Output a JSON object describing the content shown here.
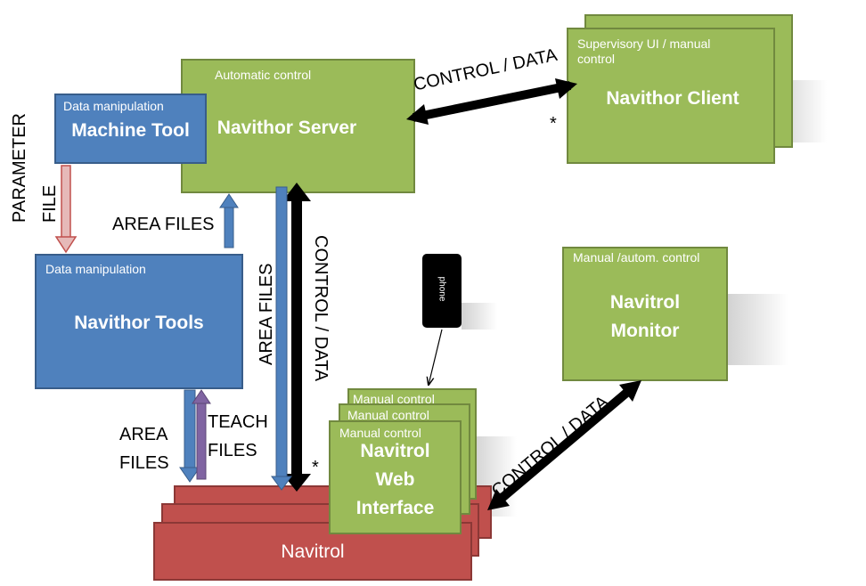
{
  "nodes": {
    "navithor_client": {
      "sub": "Supervisory UI / manual control",
      "title": "Navithor Client"
    },
    "navithor_server": {
      "sub": "Automatic control",
      "title": "Navithor Server"
    },
    "machine_tool": {
      "sub": "Data manipulation",
      "title": "Machine Tool"
    },
    "navithor_tools": {
      "sub": "Data manipulation",
      "title": "Navithor Tools"
    },
    "navitrol_monitor": {
      "sub": "Manual /autom. control",
      "title_line1": "Navitrol",
      "title_line2": "Monitor"
    },
    "web_interface": {
      "sub_back2": "Manual control",
      "sub_back1": "Manual control",
      "sub": "Manual control",
      "title_line1": "Navitrol",
      "title_line2": "Web",
      "title_line3": "Interface"
    },
    "navitrol": {
      "title": "Navitrol"
    },
    "phone": {
      "label": "phone"
    }
  },
  "labels": {
    "control_data_top": "CONTROL / DATA",
    "control_data_vertical": "CONTROL / DATA",
    "control_data_diag": "CONTROL / DATA",
    "area_files_server": "AREA FILES",
    "area_files_vertical": "AREA FILES",
    "parameter": "PARAMETER",
    "file": "FILE",
    "area_files_bottom_1": "AREA",
    "area_files_bottom_2": "FILES",
    "teach_files_1": "TEACH",
    "teach_files_2": "FILES",
    "star_client": "*",
    "star_navitrol": "*"
  }
}
